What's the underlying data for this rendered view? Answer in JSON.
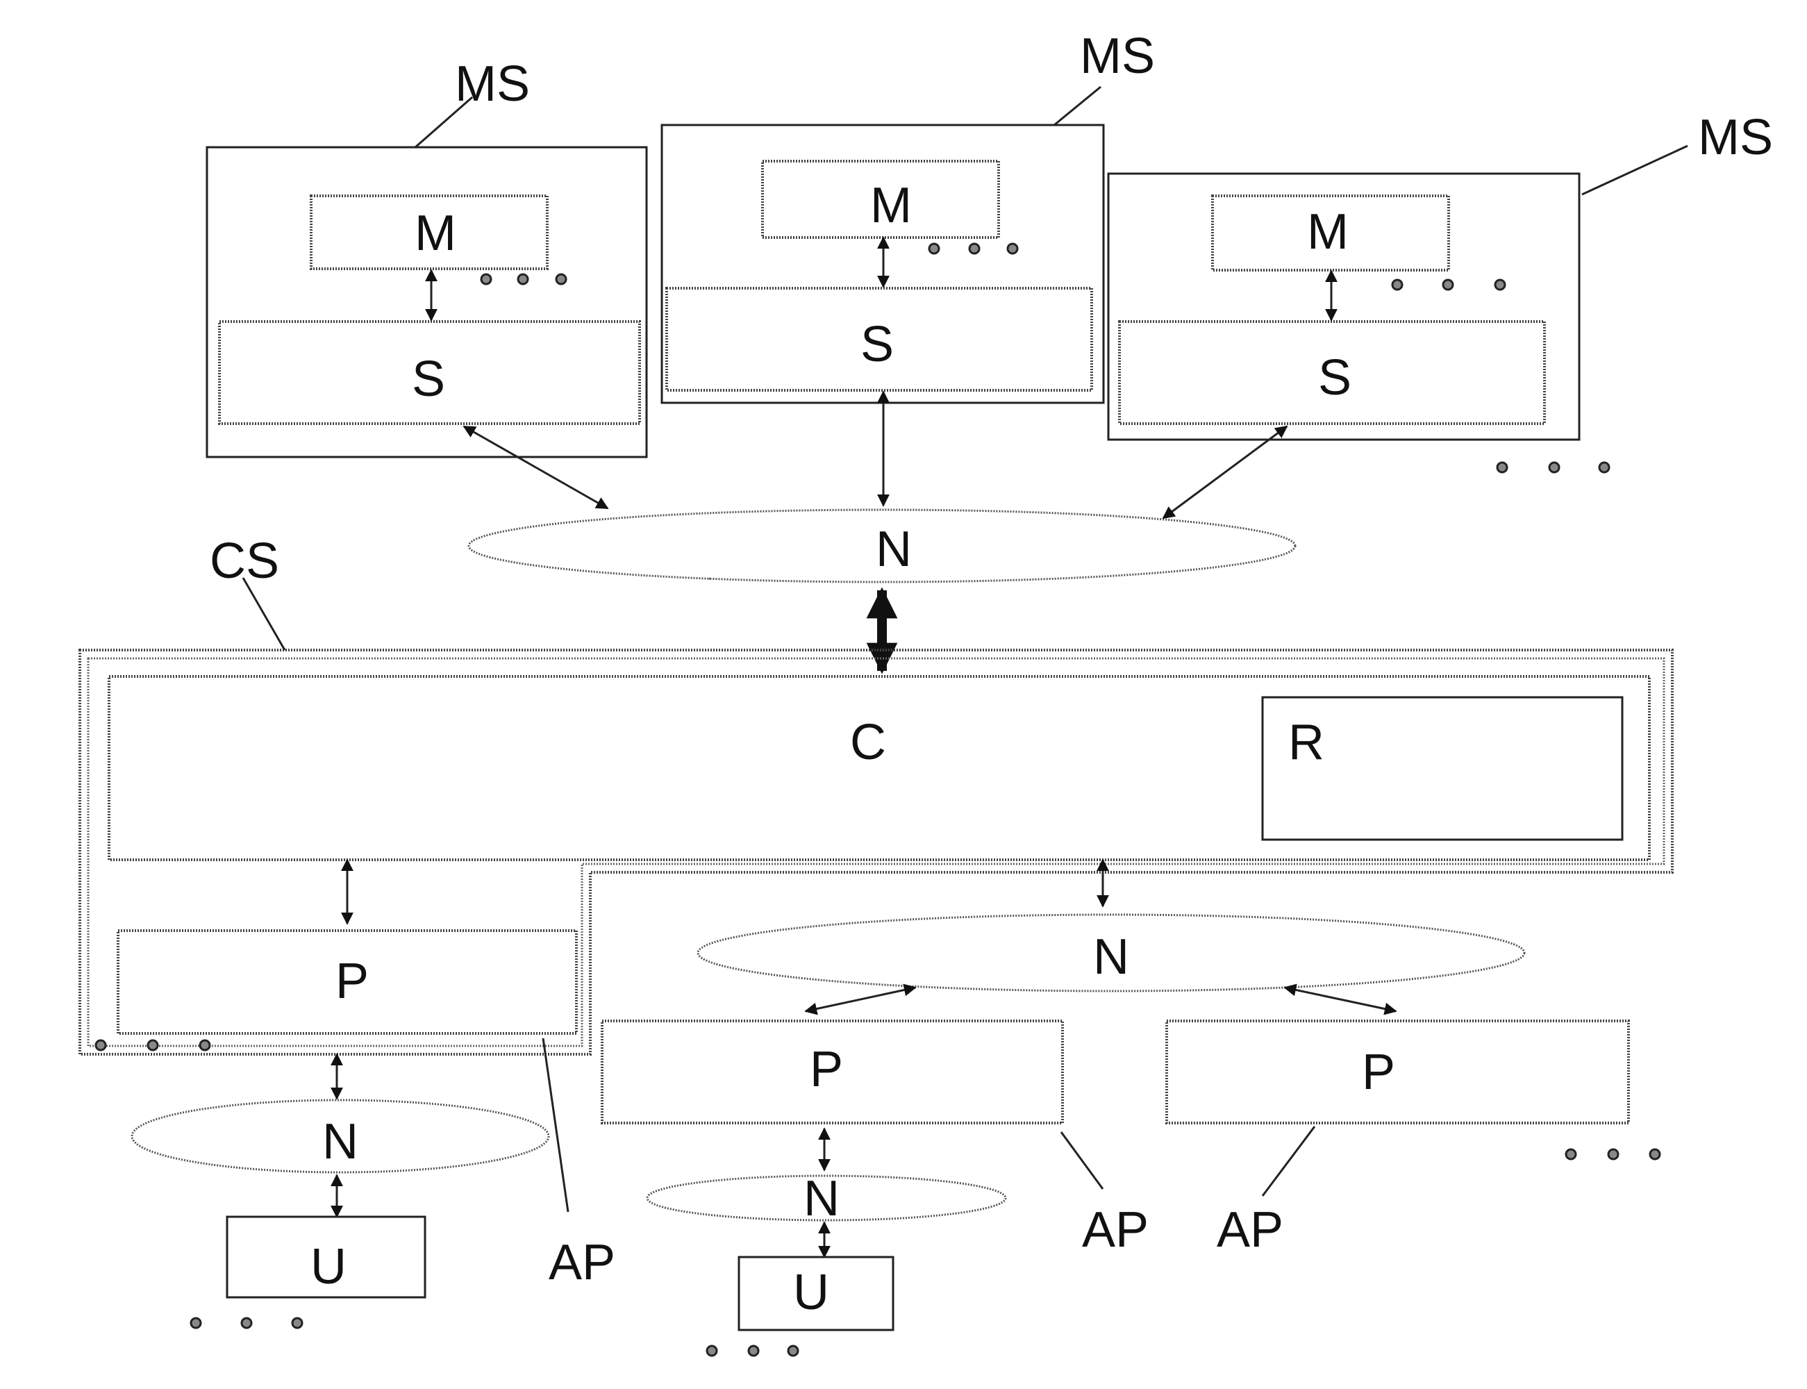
{
  "labels": {
    "ms": "MS",
    "m": "M",
    "s": "S",
    "n": "N",
    "cs": "CS",
    "c": "C",
    "r": "R",
    "p": "P",
    "ap": "AP",
    "u": "U"
  }
}
